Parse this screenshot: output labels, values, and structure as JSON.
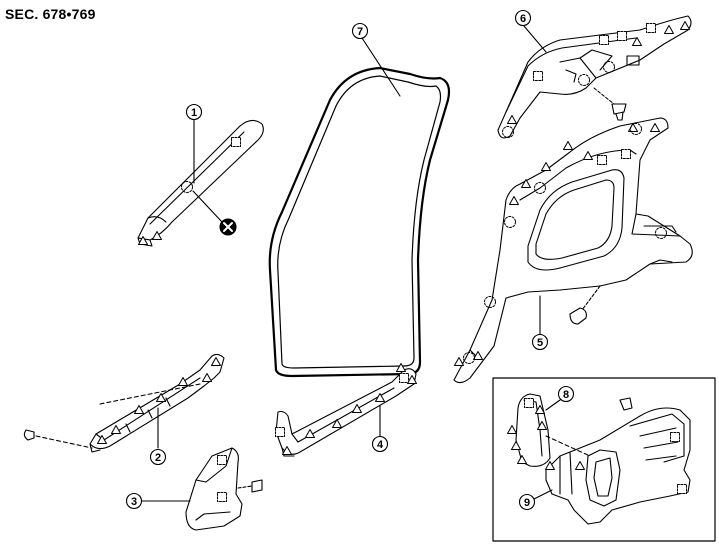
{
  "header": {
    "section_code": "SEC. 678•769"
  },
  "callouts": [
    {
      "id": "part-1",
      "label": "1"
    },
    {
      "id": "part-2",
      "label": "2"
    },
    {
      "id": "part-3",
      "label": "3"
    },
    {
      "id": "part-4",
      "label": "4"
    },
    {
      "id": "part-5",
      "label": "5"
    },
    {
      "id": "part-6",
      "label": "6"
    },
    {
      "id": "part-7",
      "label": "7"
    },
    {
      "id": "part-8",
      "label": "8"
    },
    {
      "id": "part-9",
      "label": "9"
    }
  ],
  "symbols": {
    "clip_marker": "triangle",
    "pawl_marker": "dashed-circle",
    "metal_clip_marker": "dashed-square",
    "do_not_reuse": "circled-x"
  }
}
